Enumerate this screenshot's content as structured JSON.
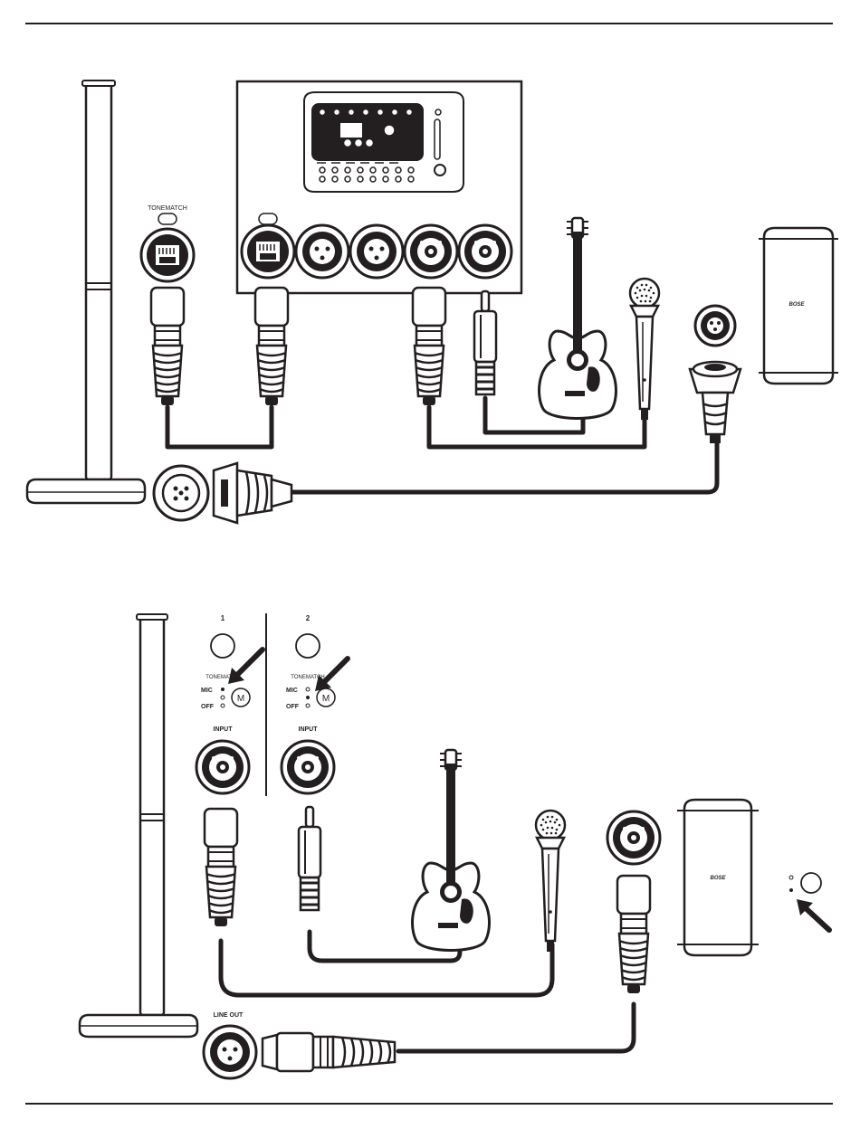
{
  "colors": {
    "ink": "#231f20",
    "paper": "#ffffff"
  },
  "top_diagram": {
    "tonematch_label": "TONEMATCH",
    "brand_label": "BOSE"
  },
  "bottom_diagram": {
    "channels": [
      {
        "number": "1",
        "tonematch_label": "TONEMATCH",
        "mic_label": "MIC",
        "off_label": "OFF",
        "input_label": "INPUT"
      },
      {
        "number": "2",
        "tonematch_label": "TONEMATCH",
        "mic_label": "MIC",
        "off_label": "OFF",
        "input_label": "INPUT"
      }
    ],
    "line_out_label": "LINE OUT",
    "brand_label": "BOSE"
  },
  "icons": [
    "line-array-speaker-icon",
    "tonematch-mixer-icon",
    "acoustic-guitar-icon",
    "microphone-icon",
    "portable-speaker-icon",
    "xlr-connector-icon",
    "quarter-inch-jack-icon",
    "arrow-icon"
  ]
}
